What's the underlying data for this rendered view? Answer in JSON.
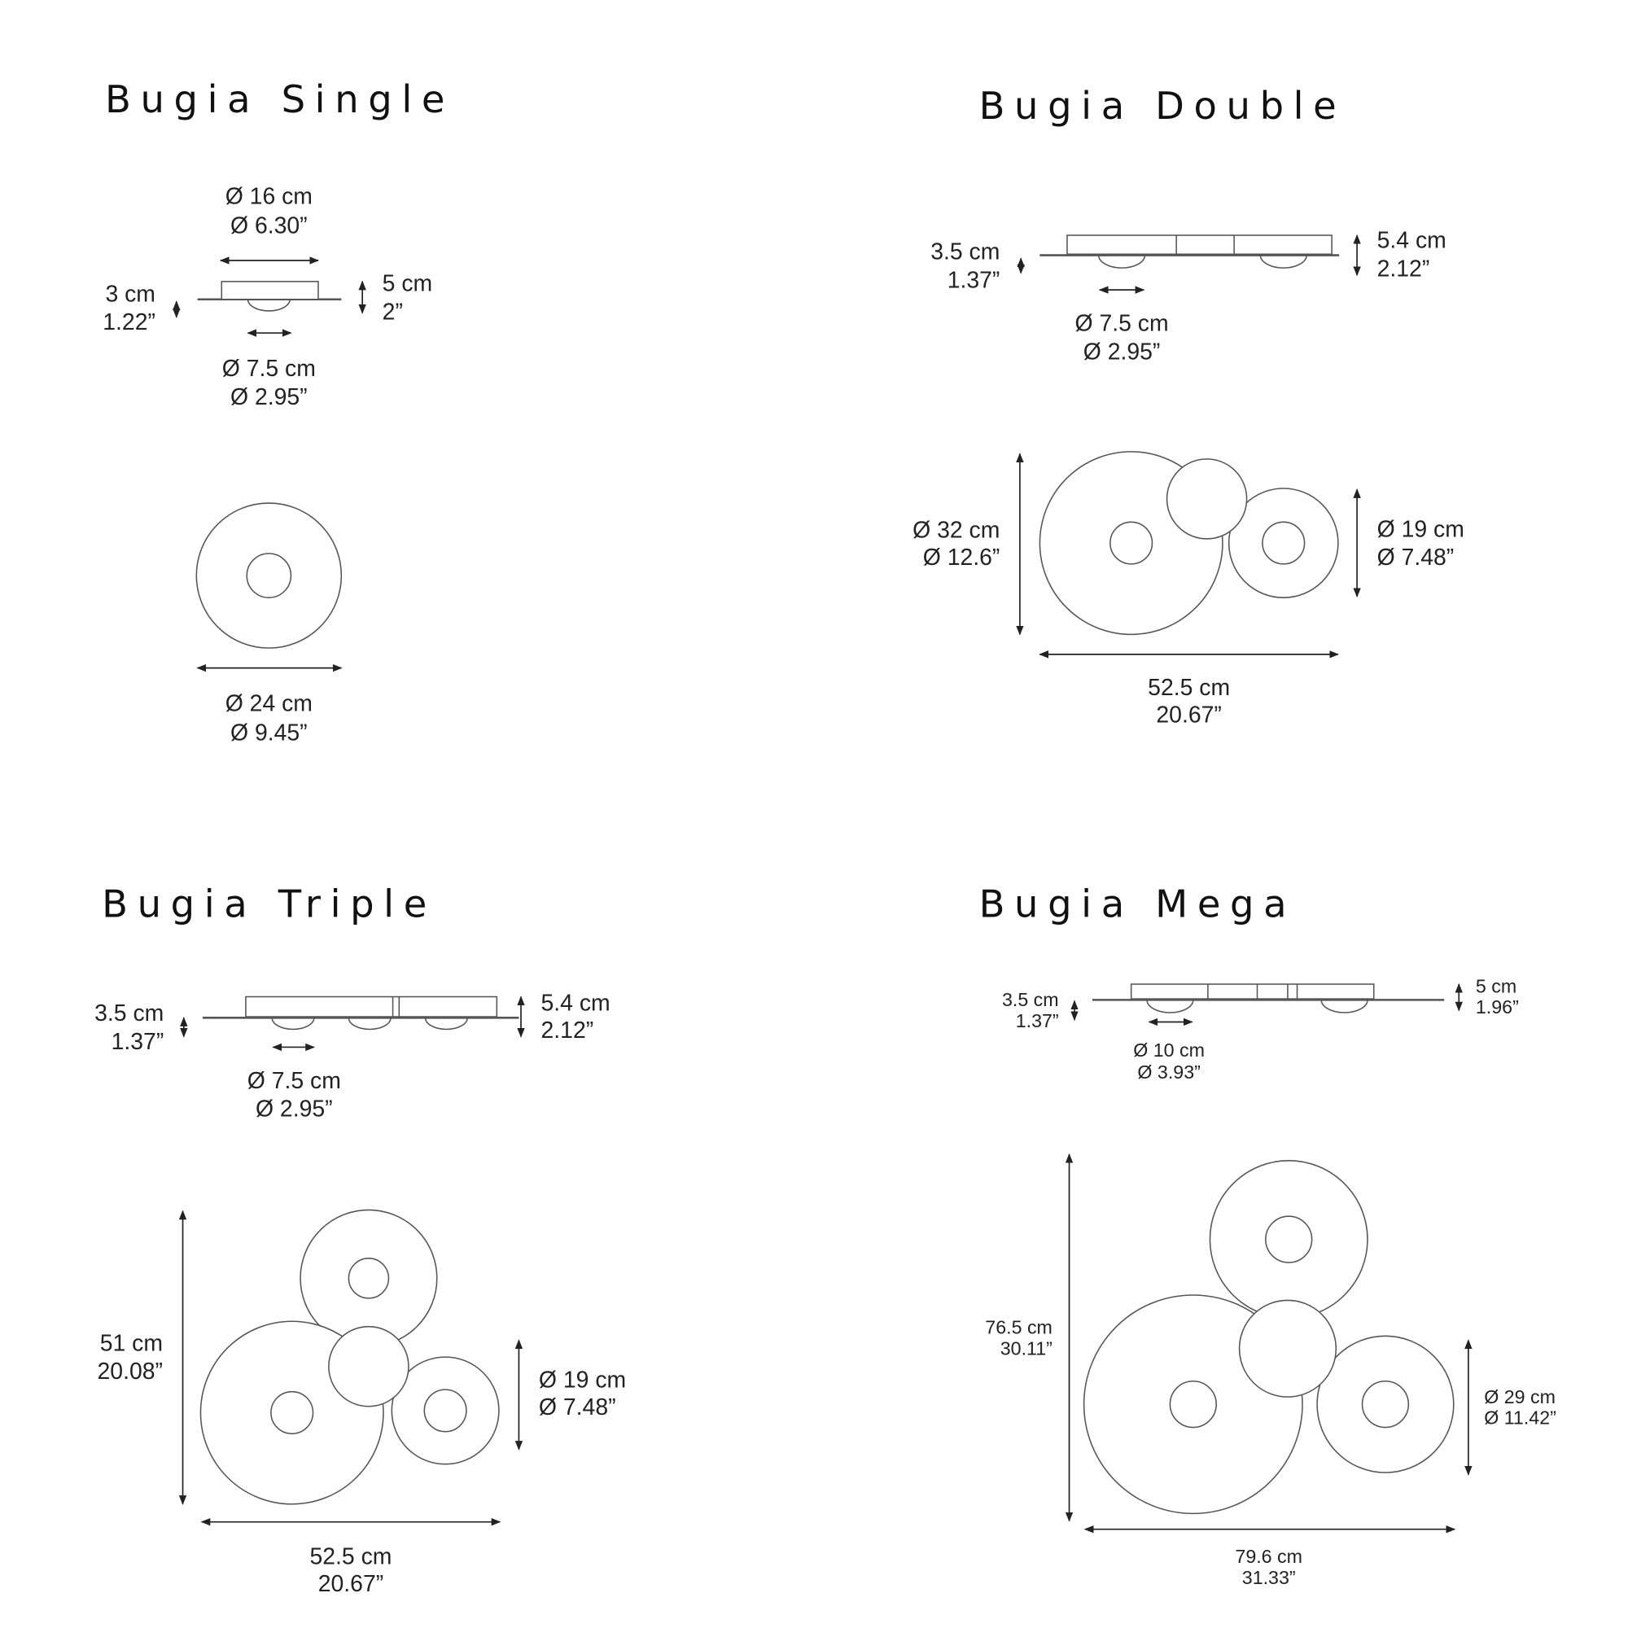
{
  "products": {
    "single": {
      "title": "Bugia Single",
      "top_width": [
        "Ø 16 cm",
        "Ø 6.30”"
      ],
      "plate_height": [
        "3 cm",
        "1.22”"
      ],
      "total_height": [
        "5 cm",
        "2”"
      ],
      "diffuser": [
        "Ø 7.5 cm",
        "Ø 2.95”"
      ],
      "diameter": [
        "Ø 24 cm",
        "Ø 9.45”"
      ]
    },
    "double": {
      "title": "Bugia Double",
      "plate_height": [
        "3.5 cm",
        "1.37”"
      ],
      "total_height": [
        "5.4 cm",
        "2.12”"
      ],
      "diffuser": [
        "Ø 7.5 cm",
        "Ø 2.95”"
      ],
      "large_diameter": [
        "Ø 32 cm",
        "Ø 12.6”"
      ],
      "small_diameter": [
        "Ø 19 cm",
        "Ø 7.48”"
      ],
      "width": [
        "52.5 cm",
        "20.67”"
      ]
    },
    "triple": {
      "title": "Bugia Triple",
      "plate_height": [
        "3.5 cm",
        "1.37”"
      ],
      "total_height": [
        "5.4 cm",
        "2.12”"
      ],
      "diffuser": [
        "Ø 7.5 cm",
        "Ø 2.95”"
      ],
      "height": [
        "51 cm",
        "20.08”"
      ],
      "small_diameter": [
        "Ø 19 cm",
        "Ø 7.48”"
      ],
      "width": [
        "52.5 cm",
        "20.67”"
      ]
    },
    "mega": {
      "title": "Bugia Mega",
      "plate_height": [
        "3.5 cm",
        "1.37”"
      ],
      "total_height": [
        "5 cm",
        "1.96”"
      ],
      "diffuser": [
        "Ø 10 cm",
        "Ø 3.93”"
      ],
      "height": [
        "76.5 cm",
        "30.11”"
      ],
      "small_diameter": [
        "Ø 29 cm",
        "Ø 11.42”"
      ],
      "width": [
        "79.6 cm",
        "31.33”"
      ]
    }
  }
}
